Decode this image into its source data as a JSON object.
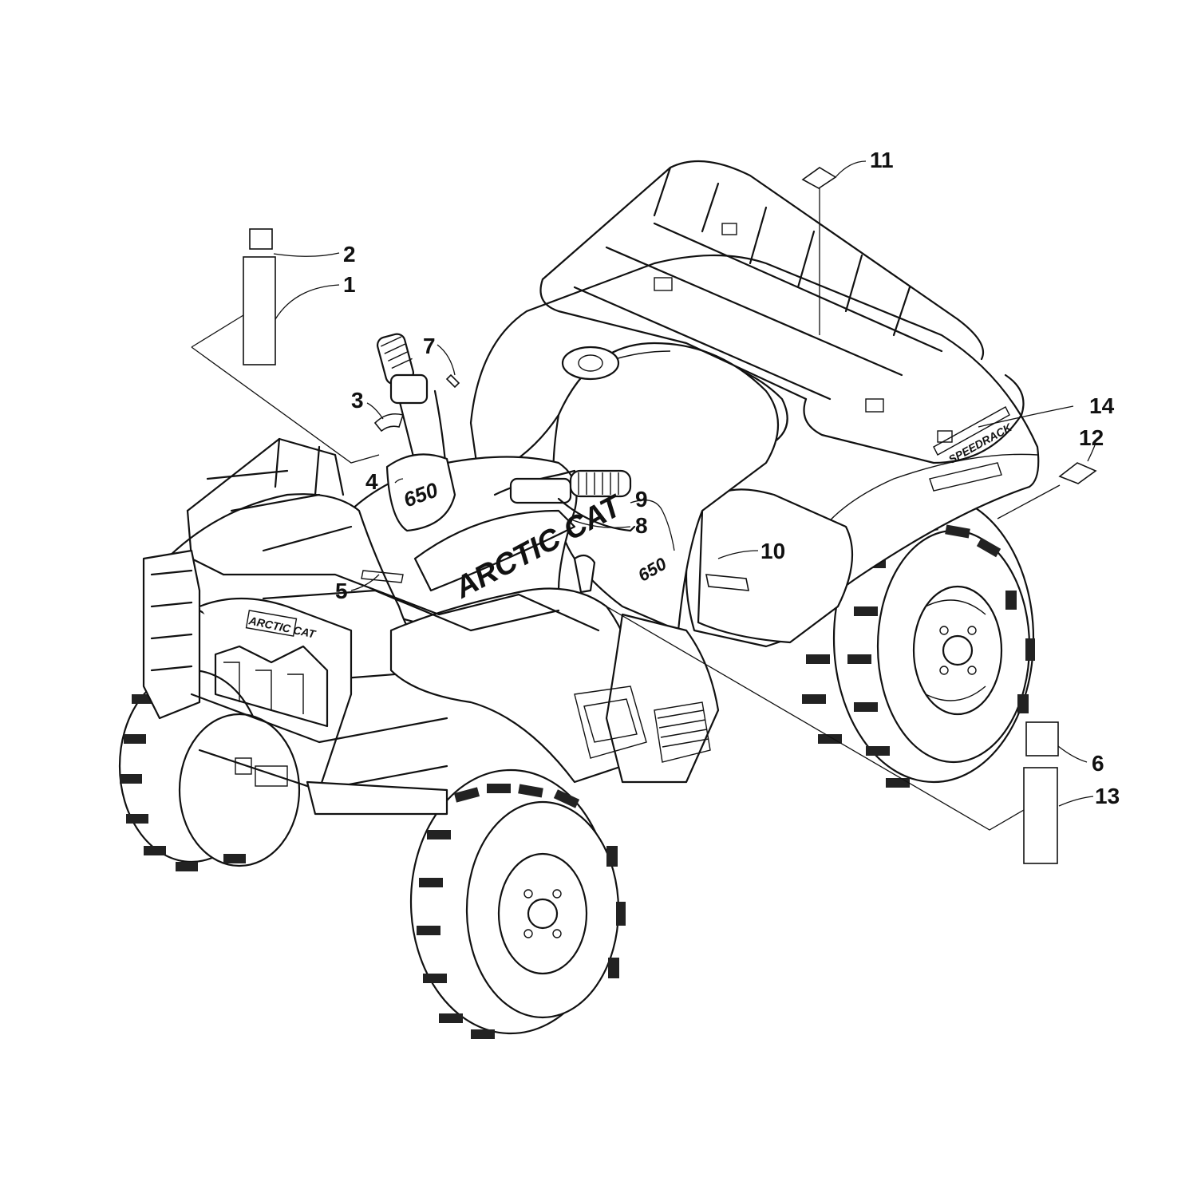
{
  "diagram": {
    "vehicle_branding": {
      "hood_logo": "ARCTIC CAT",
      "bumper_logo": "ARCTIC CAT",
      "console_model": "650",
      "side_model": "650",
      "rack_logo": "SPEEDRACK"
    },
    "callouts": [
      {
        "id": "1",
        "label": "1"
      },
      {
        "id": "2",
        "label": "2"
      },
      {
        "id": "3",
        "label": "3"
      },
      {
        "id": "4",
        "label": "4"
      },
      {
        "id": "5",
        "label": "5"
      },
      {
        "id": "6",
        "label": "6"
      },
      {
        "id": "7",
        "label": "7"
      },
      {
        "id": "8",
        "label": "8"
      },
      {
        "id": "9",
        "label": "9"
      },
      {
        "id": "10",
        "label": "10"
      },
      {
        "id": "11",
        "label": "11"
      },
      {
        "id": "12",
        "label": "12"
      },
      {
        "id": "13",
        "label": "13"
      },
      {
        "id": "14",
        "label": "14"
      }
    ]
  }
}
